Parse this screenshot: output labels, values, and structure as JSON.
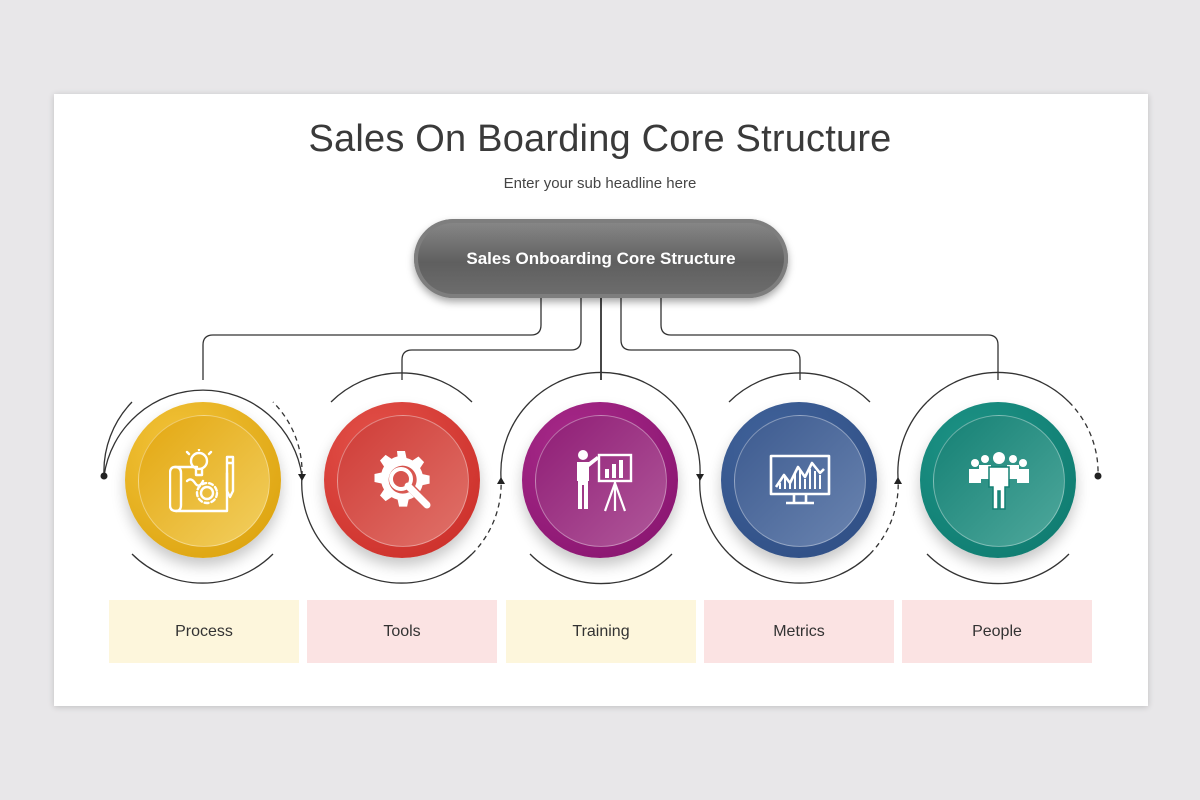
{
  "title": "Sales On Boarding Core Structure",
  "subtitle": "Enter your sub headline here",
  "center": {
    "label": "Sales Onboarding Core Structure"
  },
  "items": [
    {
      "label": "Process",
      "icon": "process-icon",
      "color": "#e6ae0e",
      "box_color": "#fdf6dc"
    },
    {
      "label": "Tools",
      "icon": "gear-search-icon",
      "color": "#d33b33",
      "box_color": "#fbe3e3"
    },
    {
      "label": "Training",
      "icon": "presentation-icon",
      "color": "#96227c",
      "box_color": "#fdf6dc"
    },
    {
      "label": "Metrics",
      "icon": "monitor-chart-icon",
      "color": "#3a5a93",
      "box_color": "#fbe3e3"
    },
    {
      "label": "People",
      "icon": "team-icon",
      "color": "#14867a",
      "box_color": "#fbe3e3"
    }
  ]
}
